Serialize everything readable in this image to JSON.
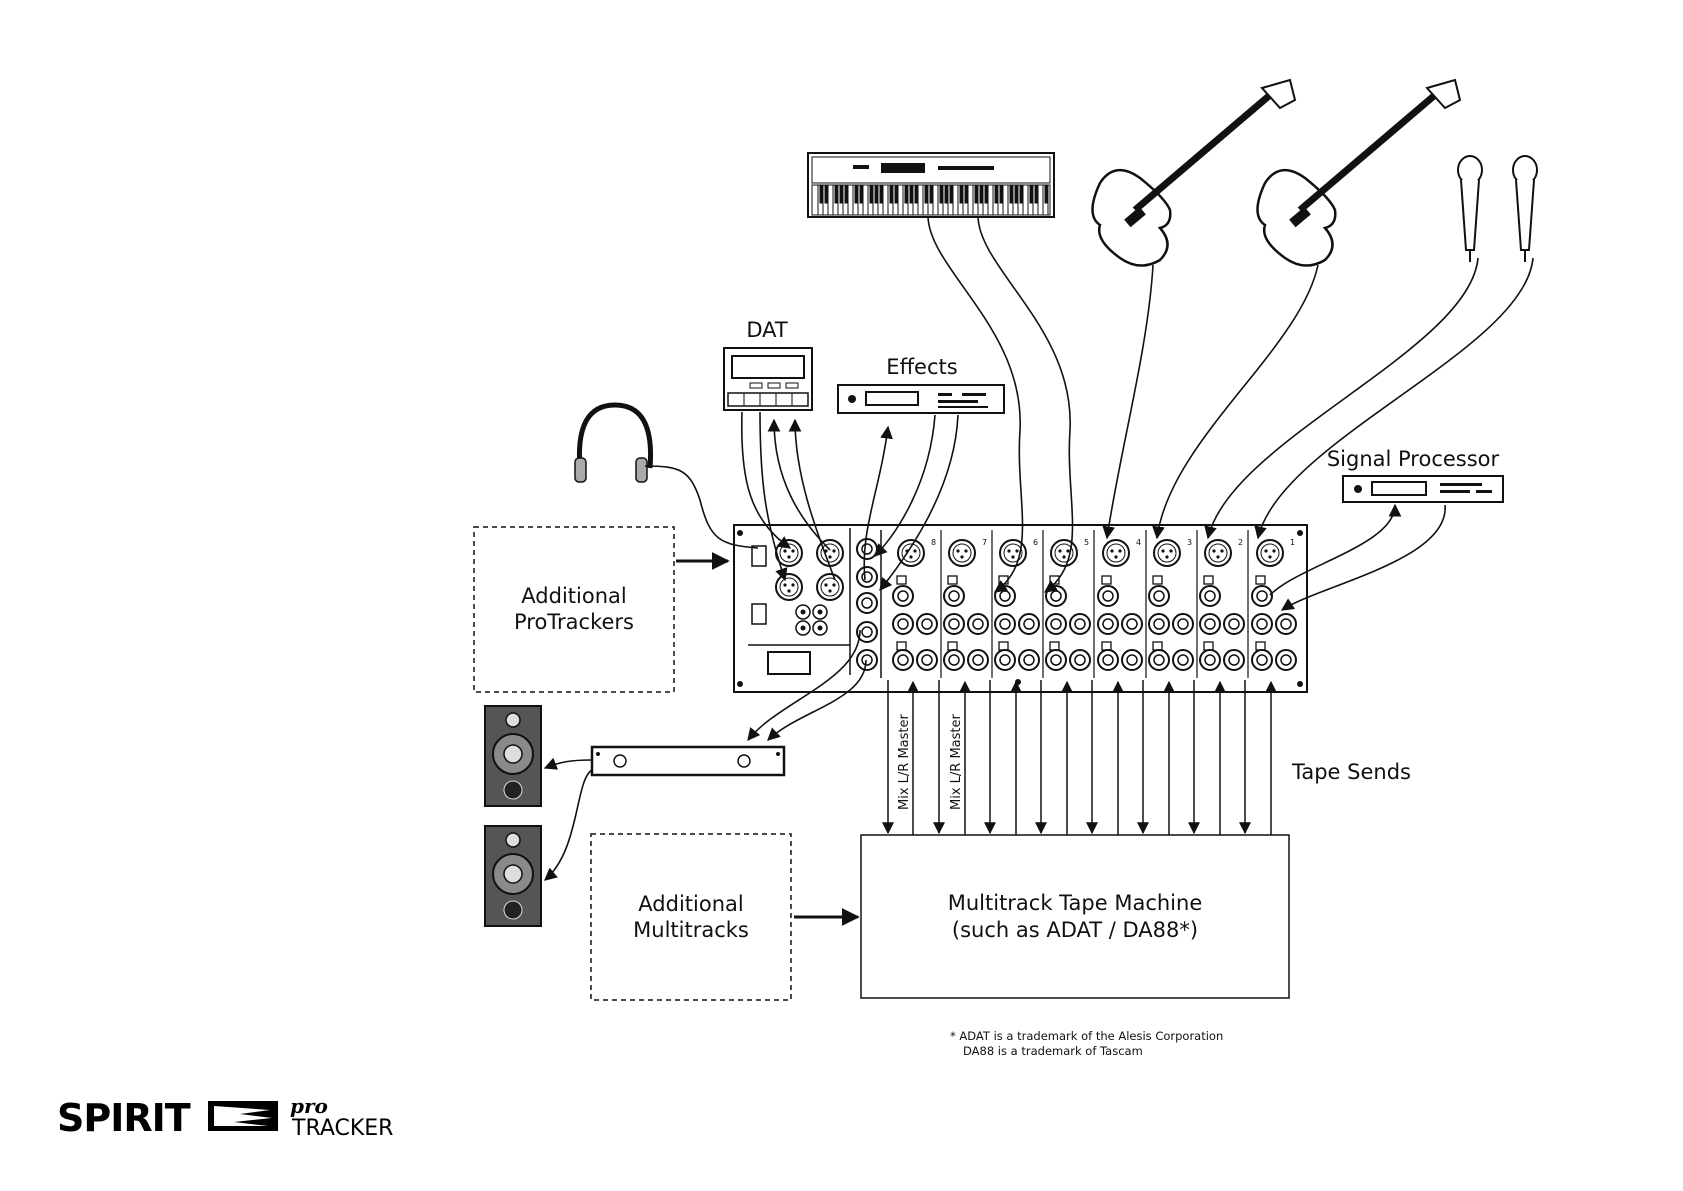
{
  "labels": {
    "dat": "DAT",
    "effects": "Effects",
    "signal_processor": "Signal Processor",
    "additional_protrackers_line1": "Additional",
    "additional_protrackers_line2": "ProTrackers",
    "additional_multitracks_line1": "Additional",
    "additional_multitracks_line2": "Multitracks",
    "tape_machine_line1": "Multitrack Tape Machine",
    "tape_machine_line2": "(such as ADAT / DA88*)",
    "tape_sends": "Tape Sends",
    "mix_lr_master_1": "Mix L/R Master",
    "mix_lr_master_2": "Mix L/R Master"
  },
  "footnote": {
    "line1": "*  ADAT is a trademark of the Alesis Corporation",
    "line2": "DA88 is a trademark of Tascam"
  },
  "brand": {
    "spirit": "SPIRIT",
    "pro": "pro",
    "tracker": "TRACKER"
  },
  "channel_numbers": [
    "8",
    "7",
    "6",
    "5",
    "4",
    "3",
    "2",
    "1"
  ],
  "colors": {
    "ink": "#111111",
    "speaker_grey": "#555555",
    "cone": "#8a8a8a"
  }
}
